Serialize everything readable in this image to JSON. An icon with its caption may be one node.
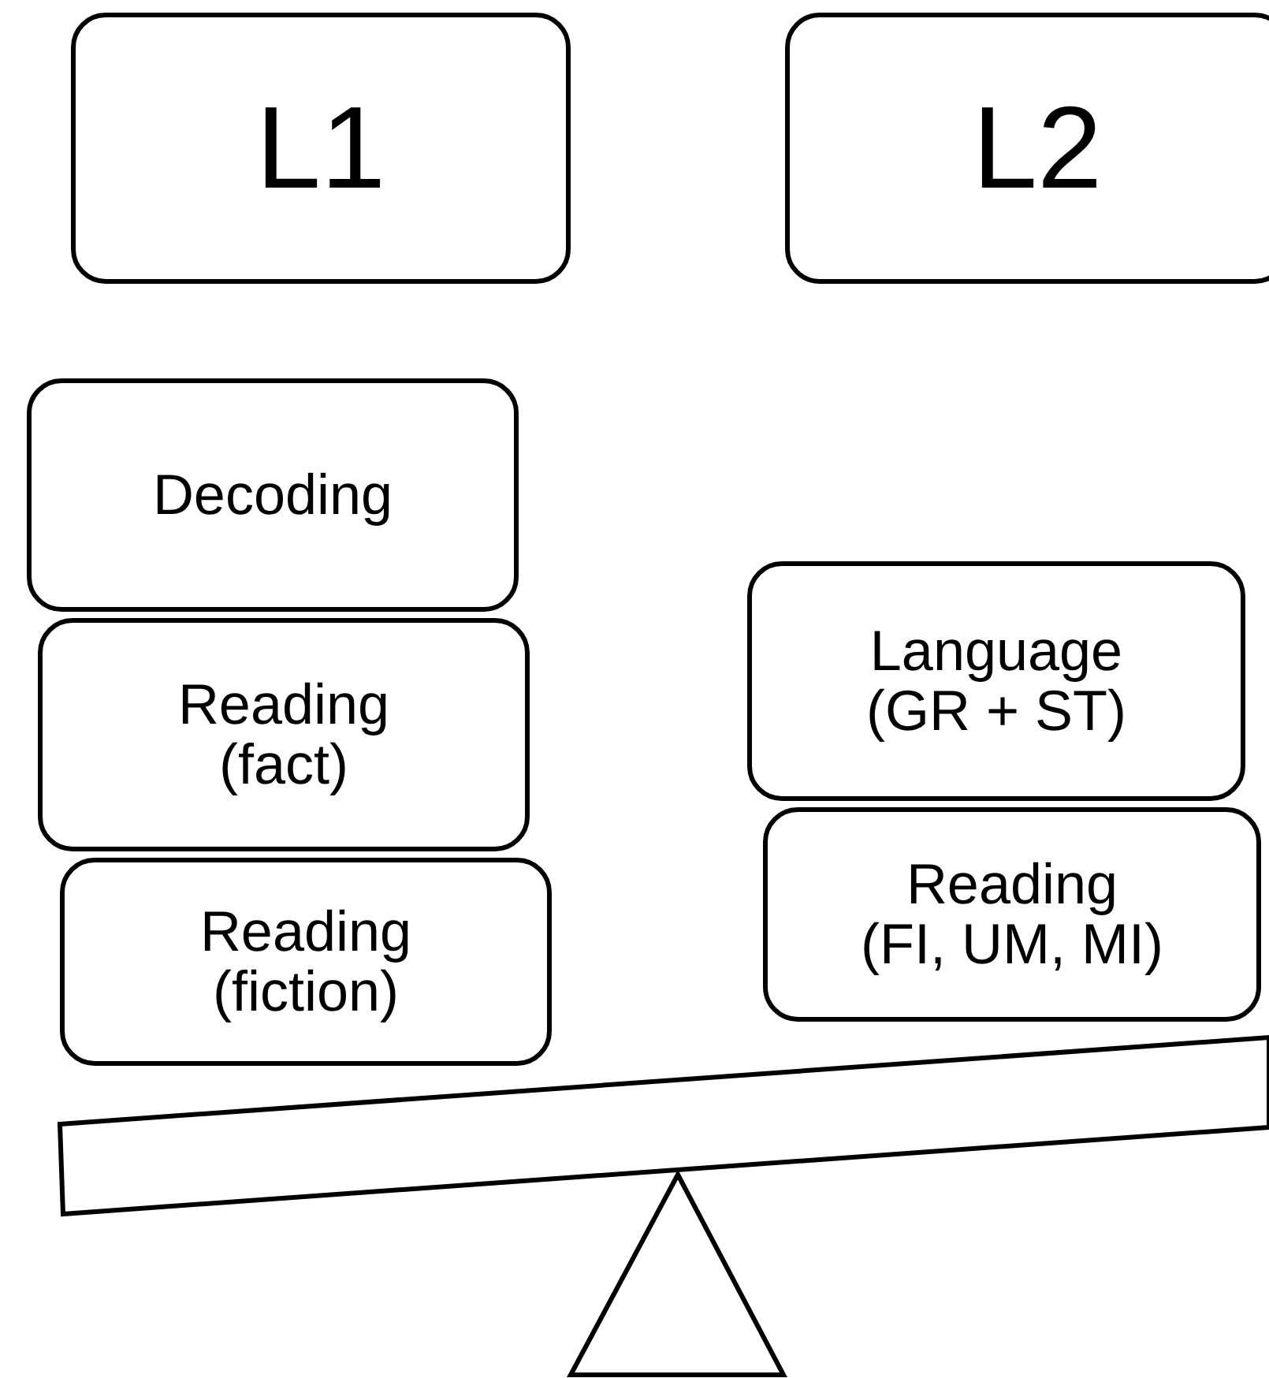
{
  "diagram": {
    "nodes": [
      {
        "text": [
          "L1"
        ]
      },
      {
        "text": [
          "L2"
        ]
      },
      {
        "text": [
          "Decoding"
        ]
      },
      {
        "text": [
          "Reading (fact)"
        ]
      },
      {
        "text": [
          "Reading (fiction)"
        ]
      },
      {
        "text": [
          "Language (GR + ST)"
        ]
      },
      {
        "text": [
          "Reading (FI, UM, MI)"
        ]
      }
    ]
  }
}
